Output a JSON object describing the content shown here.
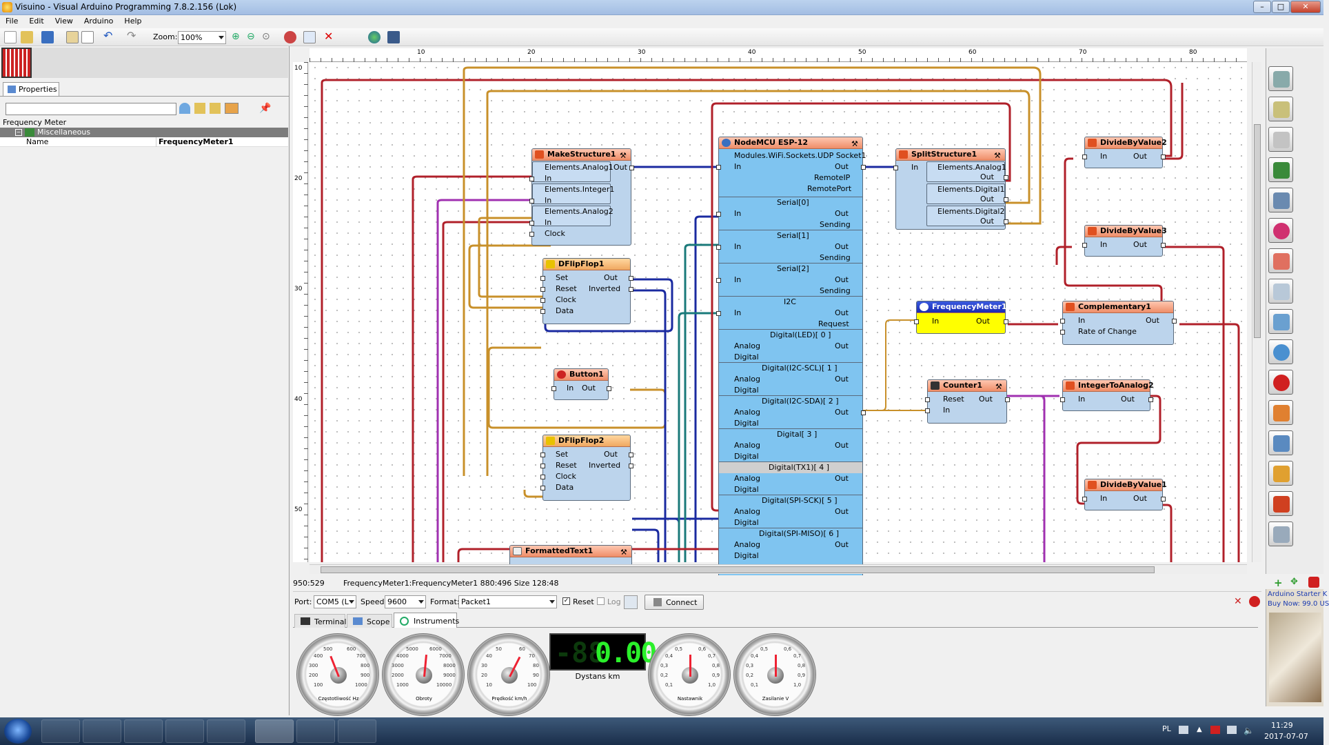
{
  "window": {
    "title": "Visuino - Visual Arduino Programming 7.8.2.156 (Lok)"
  },
  "menu": [
    "File",
    "Edit",
    "View",
    "Arduino",
    "Help"
  ],
  "toolbar": {
    "zoom_label": "Zoom:",
    "zoom_value": "100%"
  },
  "left": {
    "tab_label": "Properties",
    "selected_object": "Frequency Meter",
    "category": "Miscellaneous",
    "prop_name": "Name",
    "prop_value": "FrequencyMeter1"
  },
  "ruler": {
    "h": [
      "10",
      "20",
      "30",
      "40",
      "50",
      "60",
      "70",
      "80"
    ],
    "v": [
      "10",
      "20",
      "30",
      "40",
      "50"
    ]
  },
  "components": {
    "make": {
      "title": "MakeStructure1",
      "pins": [
        "Elements.Analog1",
        "In",
        "Elements.Integer1",
        "In",
        "Elements.Analog2",
        "In",
        "Clock"
      ],
      "out": "Out"
    },
    "ff1": {
      "title": "DFlipFlop1",
      "pins": [
        "Set",
        "Reset",
        "Clock",
        "Data"
      ],
      "out": "Out",
      "inv": "Inverted"
    },
    "button": {
      "title": "Button1",
      "in": "In",
      "out": "Out"
    },
    "ff2": {
      "title": "DFlipFlop2",
      "pins": [
        "Set",
        "Reset",
        "Clock",
        "Data"
      ],
      "out": "Out",
      "inv": "Inverted"
    },
    "fmt": {
      "title": "FormattedText1"
    },
    "node": {
      "title": "NodeMCU ESP-12",
      "socket": "Modules.WiFi.Sockets.UDP Socket1",
      "in": "In",
      "out": "Out",
      "remoteip": "RemoteIP",
      "remoteport": "RemotePort",
      "serial0": "Serial[0]",
      "serial1": "Serial[1]",
      "serial2": "Serial[2]",
      "i2c": "I2C",
      "sending": "Sending",
      "request": "Request",
      "d0": "Digital(LED)[ 0 ]",
      "d1": "Digital(I2C-SCL)[ 1 ]",
      "d2": "Digital(I2C-SDA)[ 2 ]",
      "d3": "Digital[ 3 ]",
      "d4": "Digital(TX1)[ 4 ]",
      "d5": "Digital(SPI-SCK)[ 5 ]",
      "d6": "Digital(SPI-MISO)[ 6 ]",
      "analog": "Analog",
      "digital": "Digital"
    },
    "split": {
      "title": "SplitStructure1",
      "in": "In",
      "pins": [
        "Elements.Analog1",
        "Out",
        "Elements.Digital1",
        "Out",
        "Elements.Digital2",
        "Out"
      ]
    },
    "freq": {
      "title": "FrequencyMeter1",
      "in": "In",
      "out": "Out"
    },
    "counter": {
      "title": "Counter1",
      "pins": [
        "Reset",
        "In"
      ],
      "out": "Out"
    },
    "div2": {
      "title": "DivideByValue2",
      "in": "In",
      "out": "Out"
    },
    "div3": {
      "title": "DivideByValue3",
      "in": "In",
      "out": "Out"
    },
    "comp": {
      "title": "Complementary1",
      "pins": [
        "In",
        "Rate of Change"
      ],
      "out": "Out"
    },
    "i2a": {
      "title": "IntegerToAnalog2",
      "in": "In",
      "out": "Out"
    },
    "div1": {
      "title": "DivideByValue1",
      "in": "In",
      "out": "Out"
    }
  },
  "status": {
    "coords": "950:529",
    "info": "FrequencyMeter1:FrequencyMeter1 880:496 Size 128:48"
  },
  "serial": {
    "port_label": "Port:",
    "port_value": "COM5 (L",
    "speed_label": "Speed:",
    "speed_value": "9600",
    "format_label": "Format:",
    "format_value": "Packet1",
    "reset_label": "Reset",
    "log_label": "Log",
    "connect_label": "Connect"
  },
  "tabs": [
    "Terminal",
    "Scope",
    "Instruments"
  ],
  "instruments": {
    "gauges": [
      {
        "label": "Częstotliwość Hz",
        "ticks": [
          "100",
          "200",
          "300",
          "400",
          "500",
          "600",
          "700",
          "800",
          "900",
          "1000"
        ],
        "value": 0.42
      },
      {
        "label": "Obroty",
        "ticks": [
          "1000",
          "2000",
          "3000",
          "4000",
          "5000",
          "6000",
          "7000",
          "8000",
          "9000",
          "10000"
        ],
        "value": 0.52
      },
      {
        "label": "Prędkość km/h",
        "ticks": [
          "10",
          "20",
          "30",
          "40",
          "50",
          "60",
          "70",
          "80",
          "90",
          "100"
        ],
        "value": 0.6
      },
      {
        "label": "Nastawnik",
        "ticks": [
          "0,1",
          "0,2",
          "0,3",
          "0,4",
          "0,5",
          "0,6",
          "0,7",
          "0,8",
          "0,9",
          "1,0"
        ],
        "value": 0.5
      },
      {
        "label": "Zasilanie V",
        "ticks": [
          "0,1",
          "0,2",
          "0,3",
          "0,4",
          "0,5",
          "0,6",
          "0,7",
          "0,8",
          "0,9",
          "1,0"
        ],
        "value": 0.5
      }
    ],
    "lcd_value": "0.00",
    "lcd_ghost": "-88",
    "lcd_label": "Dystans km"
  },
  "ad": {
    "line1": "Arduino Starter K",
    "line2": "Buy Now: 99.0 US"
  },
  "tray": {
    "lang": "PL",
    "time": "11:29",
    "date": "2017-07-07"
  },
  "colors": {
    "wire_red": "#b0202a",
    "wire_orange": "#c8902a",
    "wire_blue": "#1a2aa0",
    "wire_purple": "#a030b0",
    "wire_teal": "#1a7a7a"
  }
}
